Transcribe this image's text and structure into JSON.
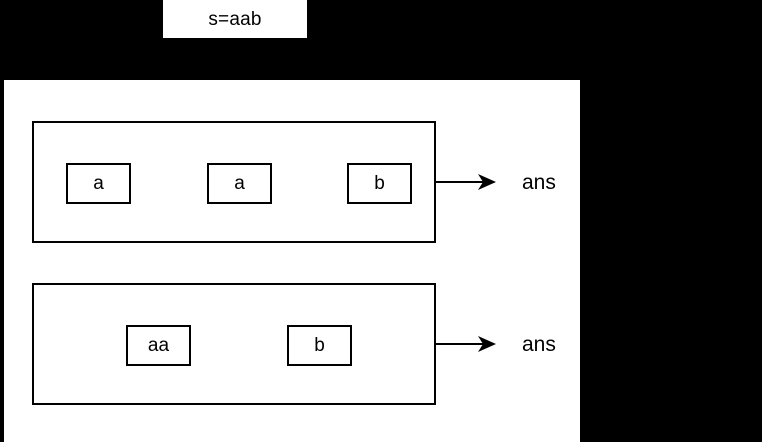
{
  "title_chip": {
    "text": "s=aab"
  },
  "colors": {
    "background": "#000000",
    "canvas": "#ffffff",
    "stroke": "#000000",
    "text": "#000000"
  },
  "diagram": {
    "description": "Two candidate partitionings of the string s=aab, each producing an answer",
    "groups": [
      {
        "id": "partition-1",
        "tokens": [
          "a",
          "a",
          "b"
        ],
        "arrow": "right-arrow",
        "result_label": "ans"
      },
      {
        "id": "partition-2",
        "tokens": [
          "aa",
          "b"
        ],
        "arrow": "right-arrow",
        "result_label": "ans"
      }
    ]
  }
}
